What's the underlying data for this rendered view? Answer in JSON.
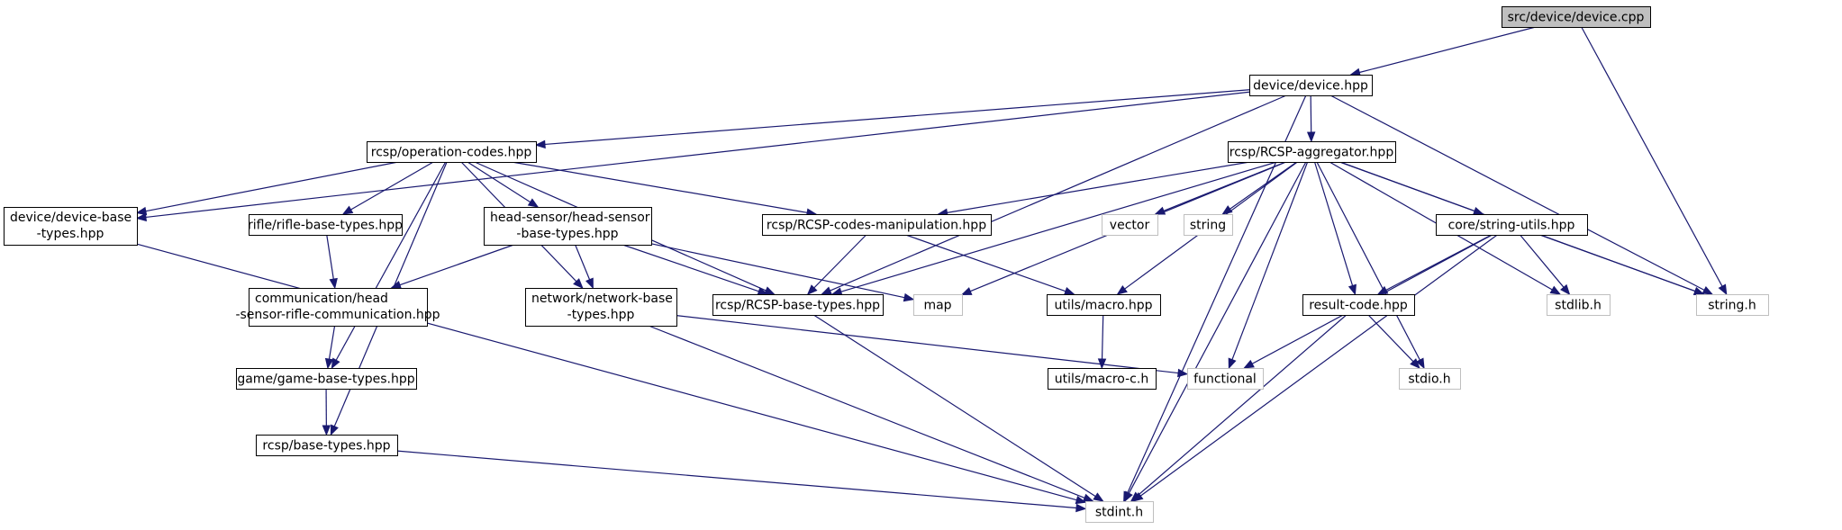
{
  "graph": {
    "nodes": [
      {
        "id": "device_cpp",
        "label": "src/device/device.cpp",
        "kind": "root"
      },
      {
        "id": "device_hpp",
        "label": "device/device.hpp",
        "kind": "header"
      },
      {
        "id": "opcodes",
        "label": "rcsp/operation-codes.hpp",
        "kind": "header"
      },
      {
        "id": "aggregator",
        "label": "rcsp/RCSP-aggregator.hpp",
        "kind": "header"
      },
      {
        "id": "devbase",
        "lines": [
          "device/device-base",
          "-types.hpp"
        ],
        "kind": "header"
      },
      {
        "id": "rifle",
        "label": "rifle/rifle-base-types.hpp",
        "kind": "header"
      },
      {
        "id": "headsensor",
        "lines": [
          "head-sensor/head-sensor",
          "-base-types.hpp"
        ],
        "kind": "header"
      },
      {
        "id": "codesmanip",
        "label": "rcsp/RCSP-codes-manipulation.hpp",
        "kind": "header"
      },
      {
        "id": "vector",
        "label": "vector",
        "kind": "system"
      },
      {
        "id": "string",
        "label": "string",
        "kind": "system"
      },
      {
        "id": "strutils",
        "label": "core/string-utils.hpp",
        "kind": "header"
      },
      {
        "id": "comm",
        "lines": [
          "communication/head",
          "-sensor-rifle-communication.hpp"
        ],
        "kind": "header"
      },
      {
        "id": "netbase",
        "lines": [
          "network/network-base",
          "-types.hpp"
        ],
        "kind": "header"
      },
      {
        "id": "rcspbase",
        "label": "rcsp/RCSP-base-types.hpp",
        "kind": "header"
      },
      {
        "id": "map",
        "label": "map",
        "kind": "system"
      },
      {
        "id": "macro",
        "label": "utils/macro.hpp",
        "kind": "header"
      },
      {
        "id": "resultcode",
        "label": "result-code.hpp",
        "kind": "header"
      },
      {
        "id": "stdlib",
        "label": "stdlib.h",
        "kind": "system"
      },
      {
        "id": "stringh",
        "label": "string.h",
        "kind": "system"
      },
      {
        "id": "gamebase",
        "label": "game/game-base-types.hpp",
        "kind": "header"
      },
      {
        "id": "macroc",
        "label": "utils/macro-c.h",
        "kind": "header"
      },
      {
        "id": "functional",
        "label": "functional",
        "kind": "system"
      },
      {
        "id": "stdio",
        "label": "stdio.h",
        "kind": "system"
      },
      {
        "id": "basetypes",
        "label": "rcsp/base-types.hpp",
        "kind": "header"
      },
      {
        "id": "stdint",
        "label": "stdint.h",
        "kind": "system"
      }
    ],
    "edges": [
      [
        "device_cpp",
        "device_hpp"
      ],
      [
        "device_cpp",
        "stringh"
      ],
      [
        "device_hpp",
        "devbase"
      ],
      [
        "device_hpp",
        "opcodes"
      ],
      [
        "device_hpp",
        "rcspbase"
      ],
      [
        "device_hpp",
        "aggregator"
      ],
      [
        "device_hpp",
        "stringh"
      ],
      [
        "device_hpp",
        "stdint"
      ],
      [
        "opcodes",
        "devbase"
      ],
      [
        "opcodes",
        "rifle"
      ],
      [
        "opcodes",
        "headsensor"
      ],
      [
        "opcodes",
        "codesmanip"
      ],
      [
        "opcodes",
        "netbase"
      ],
      [
        "opcodes",
        "rcspbase"
      ],
      [
        "opcodes",
        "gamebase"
      ],
      [
        "opcodes",
        "basetypes"
      ],
      [
        "aggregator",
        "codesmanip"
      ],
      [
        "aggregator",
        "rcspbase"
      ],
      [
        "aggregator",
        "map"
      ],
      [
        "aggregator",
        "vector"
      ],
      [
        "aggregator",
        "string"
      ],
      [
        "aggregator",
        "strutils"
      ],
      [
        "aggregator",
        "macro"
      ],
      [
        "aggregator",
        "functional"
      ],
      [
        "aggregator",
        "resultcode"
      ],
      [
        "aggregator",
        "stdio"
      ],
      [
        "aggregator",
        "stdlib"
      ],
      [
        "aggregator",
        "stringh"
      ],
      [
        "aggregator",
        "stdint"
      ],
      [
        "devbase",
        "stdint"
      ],
      [
        "rifle",
        "comm"
      ],
      [
        "headsensor",
        "comm"
      ],
      [
        "headsensor",
        "netbase"
      ],
      [
        "headsensor",
        "rcspbase"
      ],
      [
        "headsensor",
        "map"
      ],
      [
        "codesmanip",
        "rcspbase"
      ],
      [
        "codesmanip",
        "macro"
      ],
      [
        "strutils",
        "functional"
      ],
      [
        "strutils",
        "resultcode"
      ],
      [
        "strutils",
        "stdlib"
      ],
      [
        "strutils",
        "stringh"
      ],
      [
        "strutils",
        "stdint"
      ],
      [
        "comm",
        "gamebase"
      ],
      [
        "netbase",
        "functional"
      ],
      [
        "netbase",
        "stdint"
      ],
      [
        "rcspbase",
        "stdint"
      ],
      [
        "macro",
        "macroc"
      ],
      [
        "resultcode",
        "stdio"
      ],
      [
        "resultcode",
        "stdint"
      ],
      [
        "gamebase",
        "basetypes"
      ],
      [
        "basetypes",
        "stdint"
      ]
    ]
  }
}
